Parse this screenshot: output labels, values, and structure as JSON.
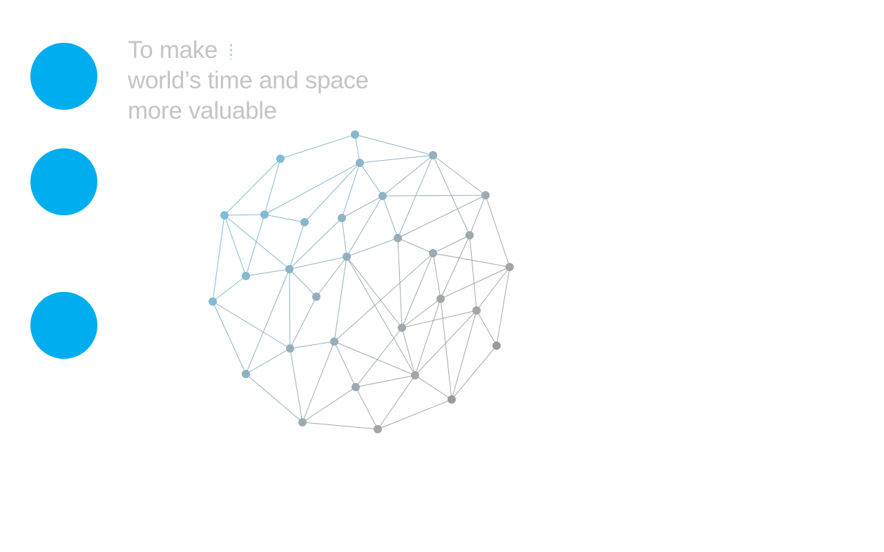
{
  "colors": {
    "accent": "#00adef",
    "headline_text": "#c4c4c4",
    "cursor": "#9fd8ef",
    "network_blue": "#7fbcd8",
    "network_gray": "#a5a5a5"
  },
  "nav": {
    "dots": [
      {
        "label": ""
      },
      {
        "label": ""
      },
      {
        "label": ""
      }
    ]
  },
  "headline": {
    "line1": "To make",
    "line2": "world’s time and space",
    "line3": "more valuable"
  },
  "icons": {
    "cursor": "typing-cursor-icon",
    "network": "network-globe-icon"
  }
}
